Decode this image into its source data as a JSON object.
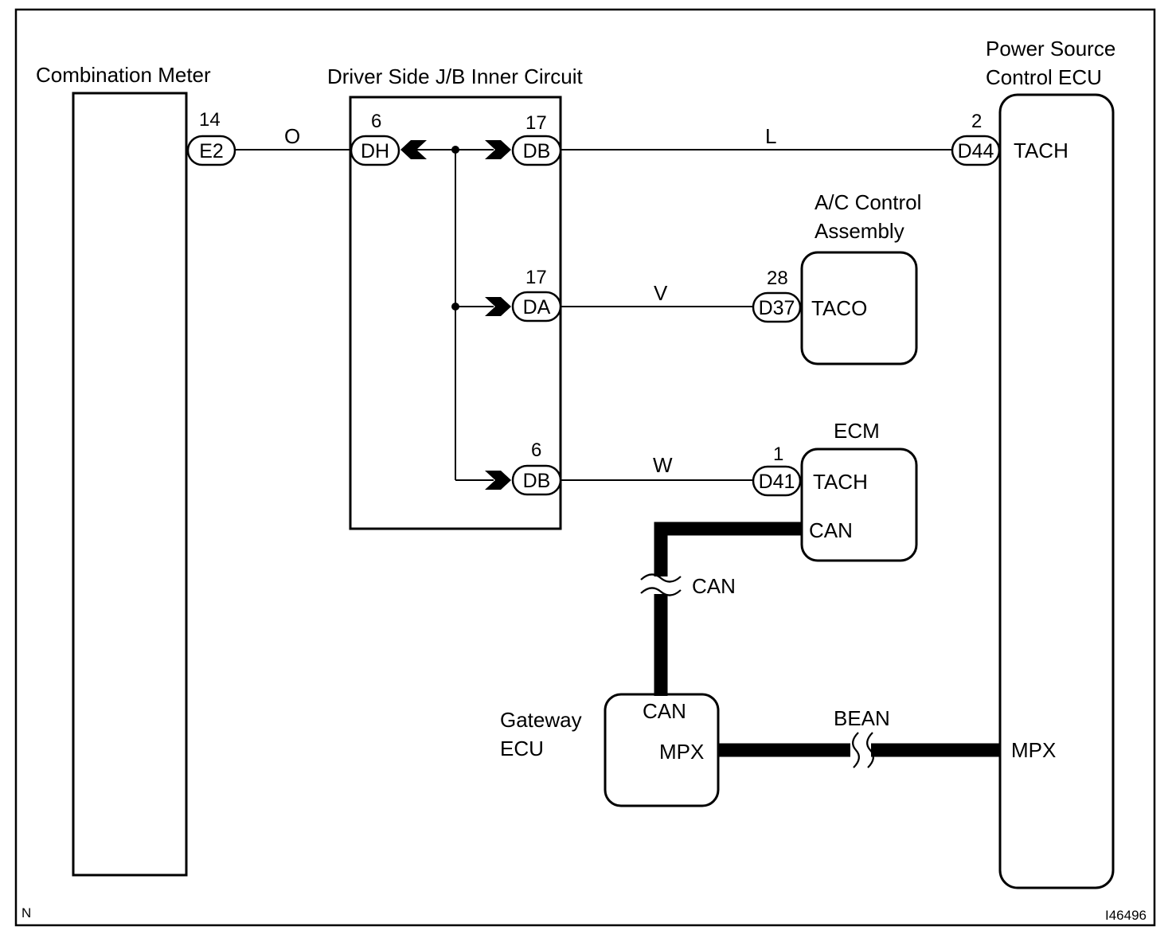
{
  "components": {
    "combination_meter": {
      "title": "Combination Meter"
    },
    "jb": {
      "title": "Driver Side J/B Inner Circuit"
    },
    "power_source_ecu": {
      "title_line1": "Power Source",
      "title_line2": "Control ECU",
      "tach_label": "TACH",
      "mpx_label": "MPX"
    },
    "ac_control": {
      "title_line1": "A/C Control",
      "title_line2": "Assembly",
      "taco_label": "TACO"
    },
    "ecm": {
      "title": "ECM",
      "tach_label": "TACH",
      "can_label": "CAN"
    },
    "gateway_ecu": {
      "title_line1": "Gateway",
      "title_line2": "ECU",
      "can_label": "CAN",
      "mpx_label": "MPX"
    }
  },
  "connectors": {
    "e2": {
      "code": "E2",
      "pin": "14"
    },
    "dh": {
      "code": "DH",
      "pin": "6"
    },
    "db_17": {
      "code": "DB",
      "pin": "17"
    },
    "da": {
      "code": "DA",
      "pin": "17"
    },
    "db_6": {
      "code": "DB",
      "pin": "6"
    },
    "d44": {
      "code": "D44",
      "pin": "2"
    },
    "d37": {
      "code": "D37",
      "pin": "28"
    },
    "d41": {
      "code": "D41",
      "pin": "1"
    }
  },
  "wires": {
    "meter_to_jb": {
      "color_code": "O"
    },
    "jb_to_power_ecu": {
      "color_code": "L"
    },
    "jb_to_ac": {
      "color_code": "V"
    },
    "jb_to_ecm": {
      "color_code": "W"
    },
    "ecm_to_gateway": {
      "bus_label": "CAN"
    },
    "gateway_to_power_ecu": {
      "bus_label": "BEAN"
    }
  },
  "footer": {
    "corner_code": "N",
    "figure_id": "I46496"
  }
}
